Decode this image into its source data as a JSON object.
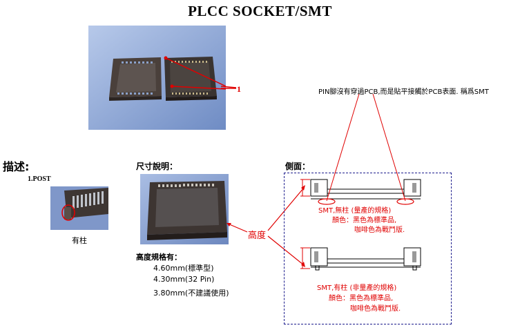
{
  "title": "PLCC SOCKET/SMT",
  "main_photo_callout": "1",
  "pin_note": "PIN腳沒有穿過PCB,而是貼平接觸於PCB表面. 稱爲SMT",
  "sections": {
    "description": {
      "heading": "描述:",
      "sub_heading": "1.POST",
      "caption": "有柱"
    },
    "dimension": {
      "heading": "尺寸說明：",
      "height_label": "高度",
      "spec_heading": "高度規格有：",
      "specs": [
        "4.60mm(標準型)",
        "4.30mm(32 Pin)",
        "3.80mm(不建議使用)"
      ]
    },
    "side_view": {
      "heading": "側面：",
      "top_note": {
        "line1": "SMT,無柱 (量產的規格)",
        "line2": "顏色：黑色為標準品,",
        "line3": "咖啡色為戰鬥版."
      },
      "bottom_note": {
        "line1": "SMT,有柱 (非量產的規格)",
        "line2": "顏色：黑色為標準品,",
        "line3": "咖啡色為戰鬥版."
      }
    }
  },
  "colors": {
    "annotation_red": "#e00000",
    "dashed_border": "#1a1a8c",
    "photo_background": "#8aa3d4",
    "socket_body": "#3a3431"
  }
}
